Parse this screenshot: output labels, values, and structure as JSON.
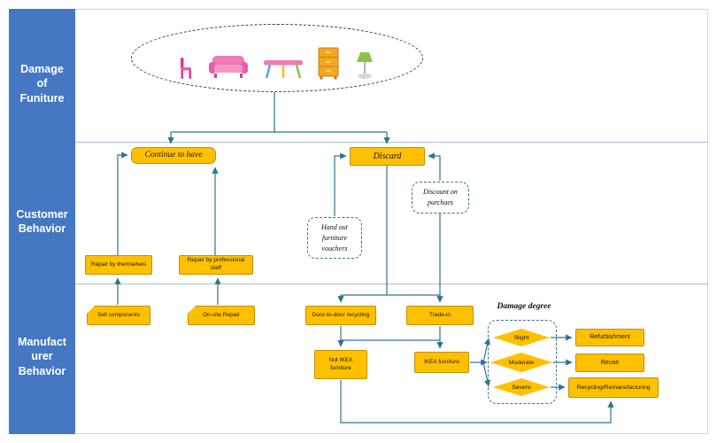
{
  "lanes": [
    {
      "label": "Damage\nof\nFuniture"
    },
    {
      "label": "Customer\nBehavior"
    },
    {
      "label": "Manufact\nurer\nBehavior"
    }
  ],
  "nodes": {
    "continue_to_have": "Continue to have",
    "discard": "Discard",
    "repair_themselves": "Repair by themselves",
    "repair_professional": "Repair by professional staff",
    "sell_components": "Sell components",
    "onsite_repair": "On-site Repair",
    "discount": "Discount on\npurchaes",
    "vouchers": "Hand out\nfurniture\nvouchers",
    "door_recycling": "Door-to-door recycling",
    "trade_in": "Trade-in",
    "not_ikea": "Not IKEA\nfurniture",
    "ikea": "IKEA furniture",
    "damage_degree": "Damage degree",
    "slight": "Slight",
    "moderate": "Moderate",
    "severe": "Severe",
    "refurbishment": "Refurbishment",
    "reuse": "Reuse",
    "recycling": "Recycling/Remanufacturing"
  },
  "icons": {
    "furniture_group": [
      "chair-icon",
      "sofa-icon",
      "table-icon",
      "cabinet-icon",
      "lamp-icon"
    ]
  },
  "colors": {
    "lane_band": "#4577c3",
    "node_fill": "#ffc000",
    "node_border": "#bf9000",
    "connector": "#2d7390",
    "dashed_border": "#40718e"
  }
}
